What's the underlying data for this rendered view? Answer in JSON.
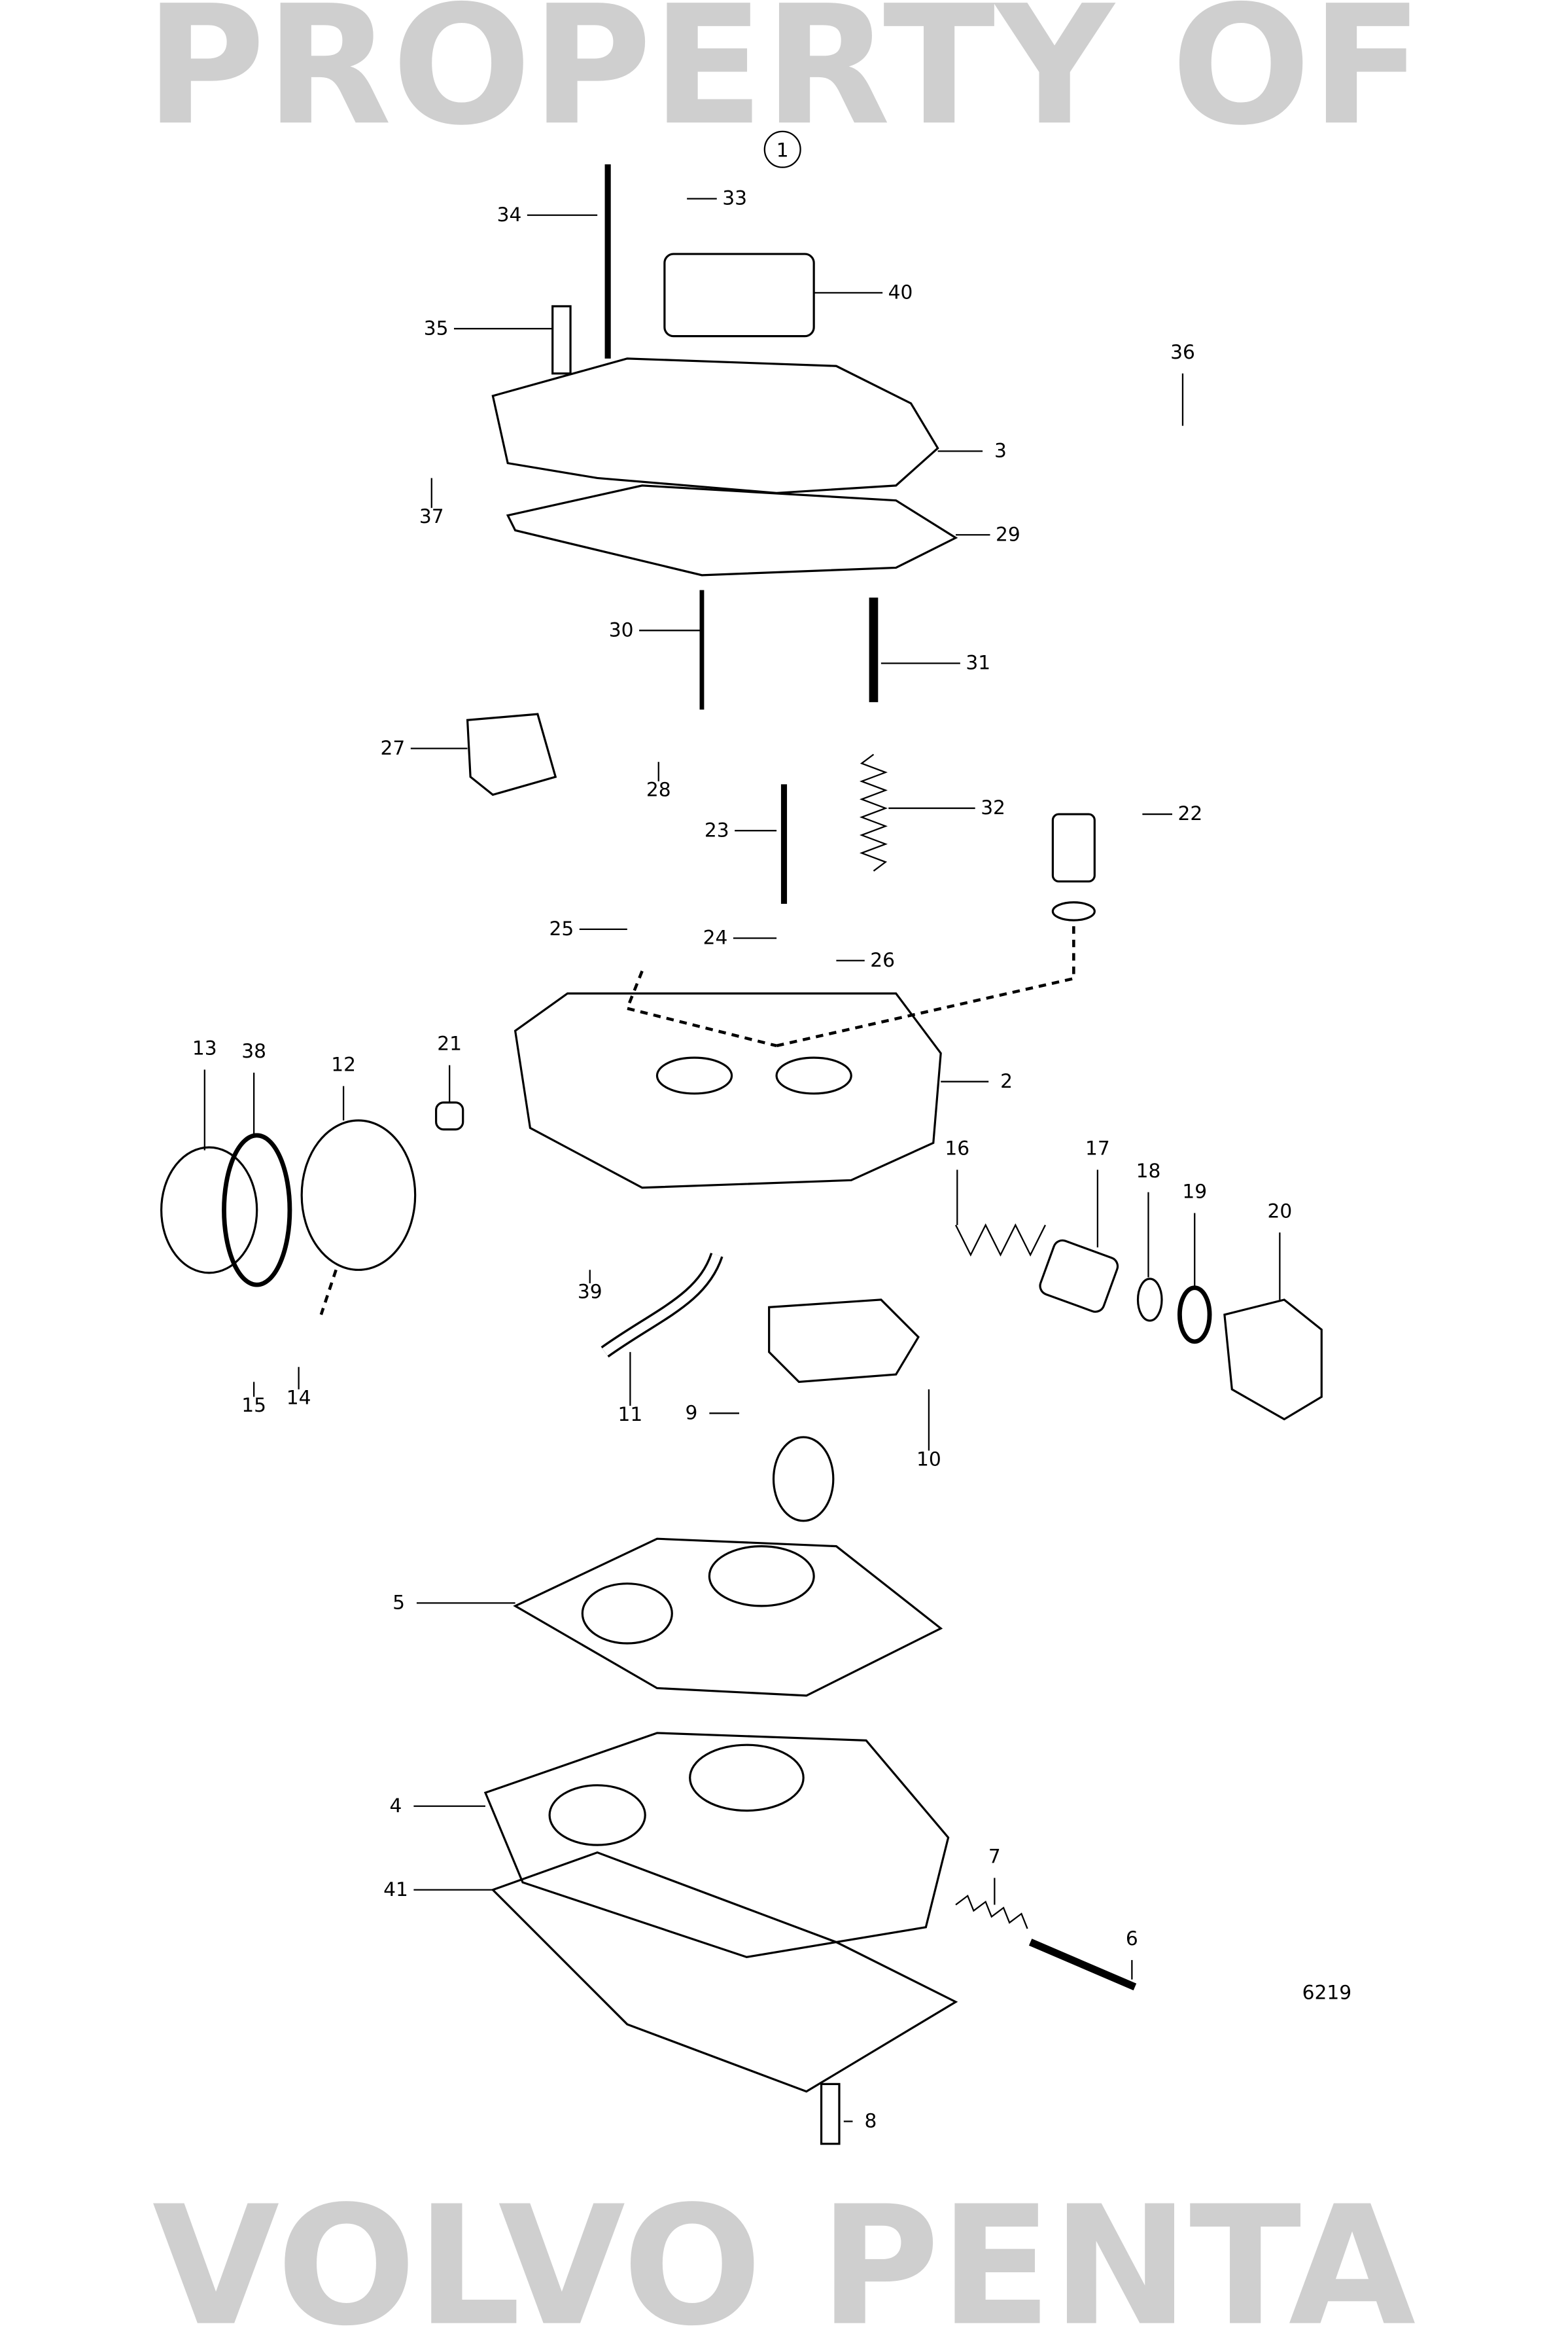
{
  "diagram": {
    "group_number": "1",
    "drawing_number": "6219",
    "watermark": [
      "PROPERTY OF",
      "VOLVO PENTA"
    ],
    "part_labels": [
      "34",
      "33",
      "40",
      "35",
      "36",
      "3",
      "37",
      "29",
      "30",
      "31",
      "27",
      "28",
      "32",
      "22",
      "23",
      "25",
      "24",
      "26",
      "2",
      "13",
      "38",
      "12",
      "21",
      "16",
      "17",
      "18",
      "19",
      "20",
      "39",
      "15",
      "14",
      "11",
      "9",
      "10",
      "5",
      "4",
      "41",
      "7",
      "6",
      "8"
    ]
  }
}
